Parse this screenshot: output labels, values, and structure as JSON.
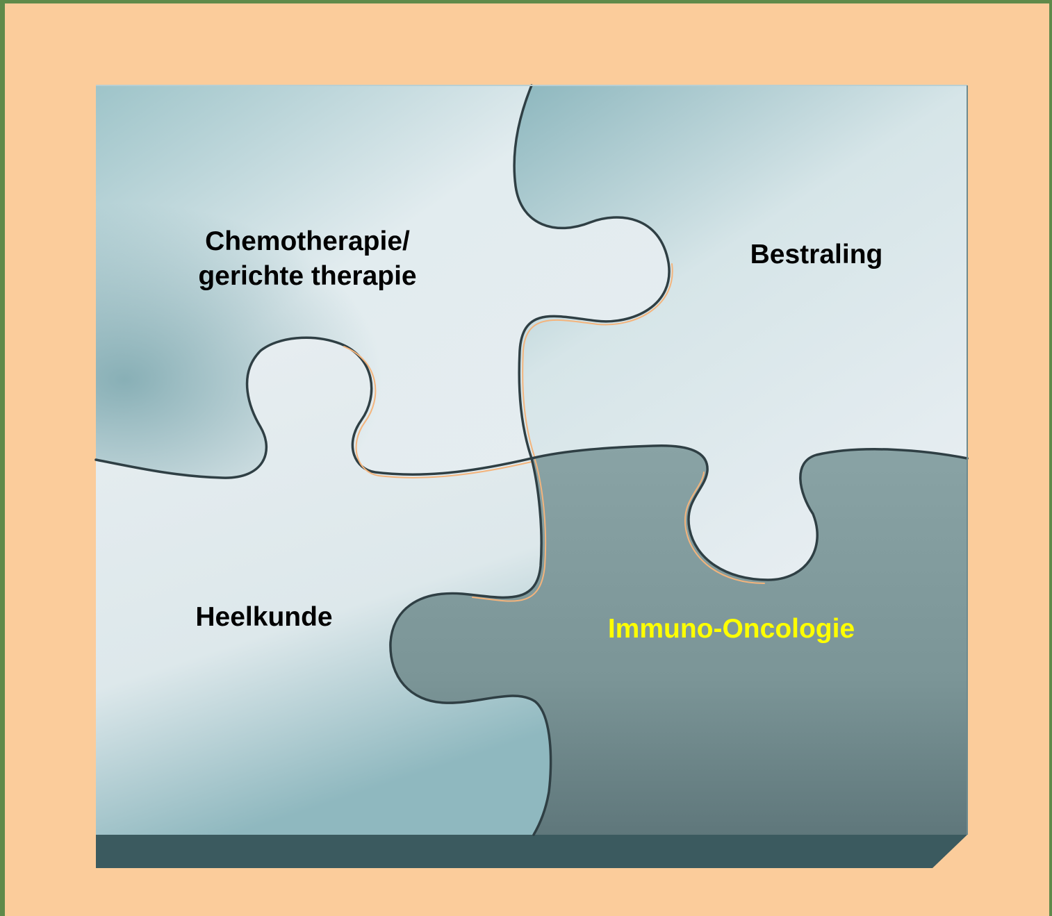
{
  "colors": {
    "background": "#fbcc9b",
    "border": "#5f8a4a",
    "piece_light": "#e4ecef",
    "piece_teal": "#8fb9c0",
    "piece_dark": "#7d9699",
    "base": "#3b5a5f",
    "highlight_text": "#ffff00"
  },
  "pieces": {
    "chemo": {
      "line1": "Chemotherapie/",
      "line2": "gerichte therapie"
    },
    "bestraling": {
      "label": "Bestraling"
    },
    "heelkunde": {
      "label": "Heelkunde"
    },
    "immuno": {
      "label": "Immuno-Oncologie"
    }
  }
}
